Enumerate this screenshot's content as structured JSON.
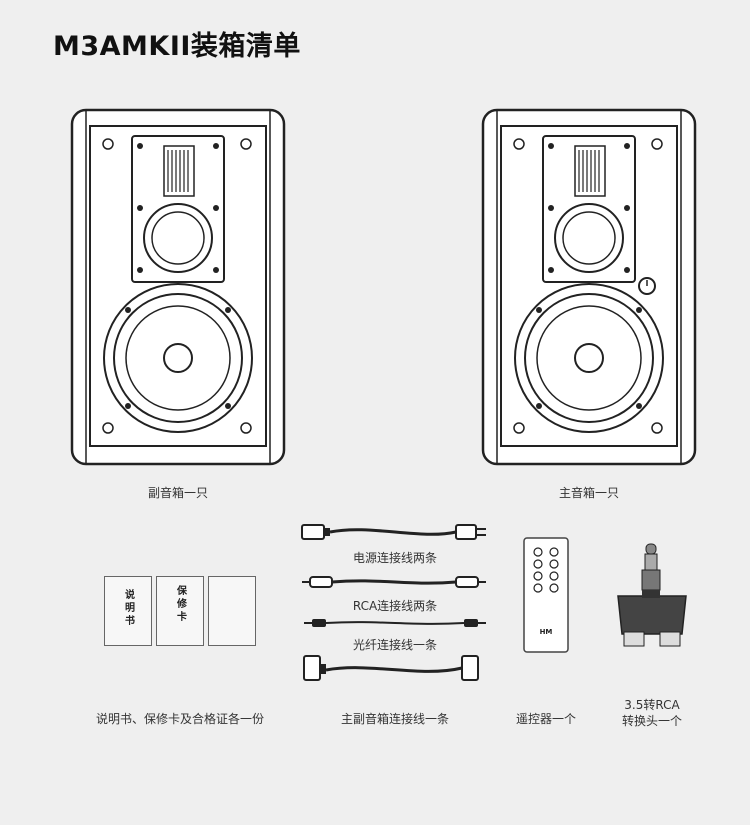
{
  "title": "M3AMKII装箱清单",
  "speakers": {
    "passive_label": "副音箱一只",
    "active_label": "主音箱一只"
  },
  "documents": {
    "manual_text": "说明书",
    "warranty_text": "保修卡",
    "label": "说明书、保修卡及合格证各一份"
  },
  "cables": {
    "power_label": "电源连接线两条",
    "rca_label": "RCA连接线两条",
    "optical_label": "光纤连接线一条",
    "link_label": "主副音箱连接线一条"
  },
  "remote": {
    "logo": "HM",
    "label": "遥控器一个"
  },
  "adapter": {
    "label_line1": "3.5转RCA",
    "label_line2": "转换头一个"
  }
}
